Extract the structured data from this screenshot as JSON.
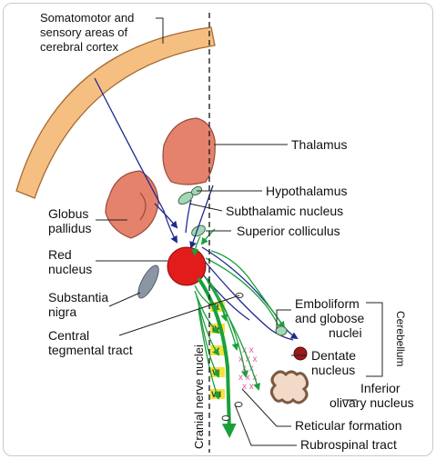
{
  "labels": {
    "cortex_line1": "Somatomotor and",
    "cortex_line2": "sensory areas of",
    "cortex_line3": "cerebral cortex",
    "thalamus": "Thalamus",
    "hypothalamus": "Hypothalamus",
    "subthalamic": "Subthalamic nucleus",
    "sup_colliculus": "Superior colliculus",
    "globus_line1": "Globus",
    "globus_line2": "pallidus",
    "red_line1": "Red",
    "red_line2": "nucleus",
    "substantia_line1": "Substantia",
    "substantia_line2": "nigra",
    "central_line1": "Central",
    "central_line2": "tegmental tract",
    "emboliform_line1": "Emboliform",
    "emboliform_line2": "and globose",
    "emboliform_line3": "nuclei",
    "dentate_line1": "Dentate",
    "dentate_line2": "nucleus",
    "inferior_line1": "Inferior",
    "inferior_line2": "olivary nucleus",
    "reticular": "Reticular formation",
    "rubrospinal": "Rubrospinal tract",
    "cerebellum": "Cerebellum",
    "cranial_nerve": "Cranial nerve nuclei"
  },
  "cranial_numerals": [
    "III",
    "IV",
    "V",
    "VI",
    "VII"
  ],
  "colors": {
    "cortex": "#f4bf80",
    "nucleus_salmon": "#e5826c",
    "red_nucleus": "#e21b1b",
    "green_small": "#a8d5b5",
    "substantia": "#8c95a3",
    "dentate": "#9b1a1a",
    "blue_tract": "#1f2a8f",
    "green_tract": "#1aa03a",
    "cranial_box": "#f3e33a",
    "reticular_x": "#e45aa3"
  }
}
